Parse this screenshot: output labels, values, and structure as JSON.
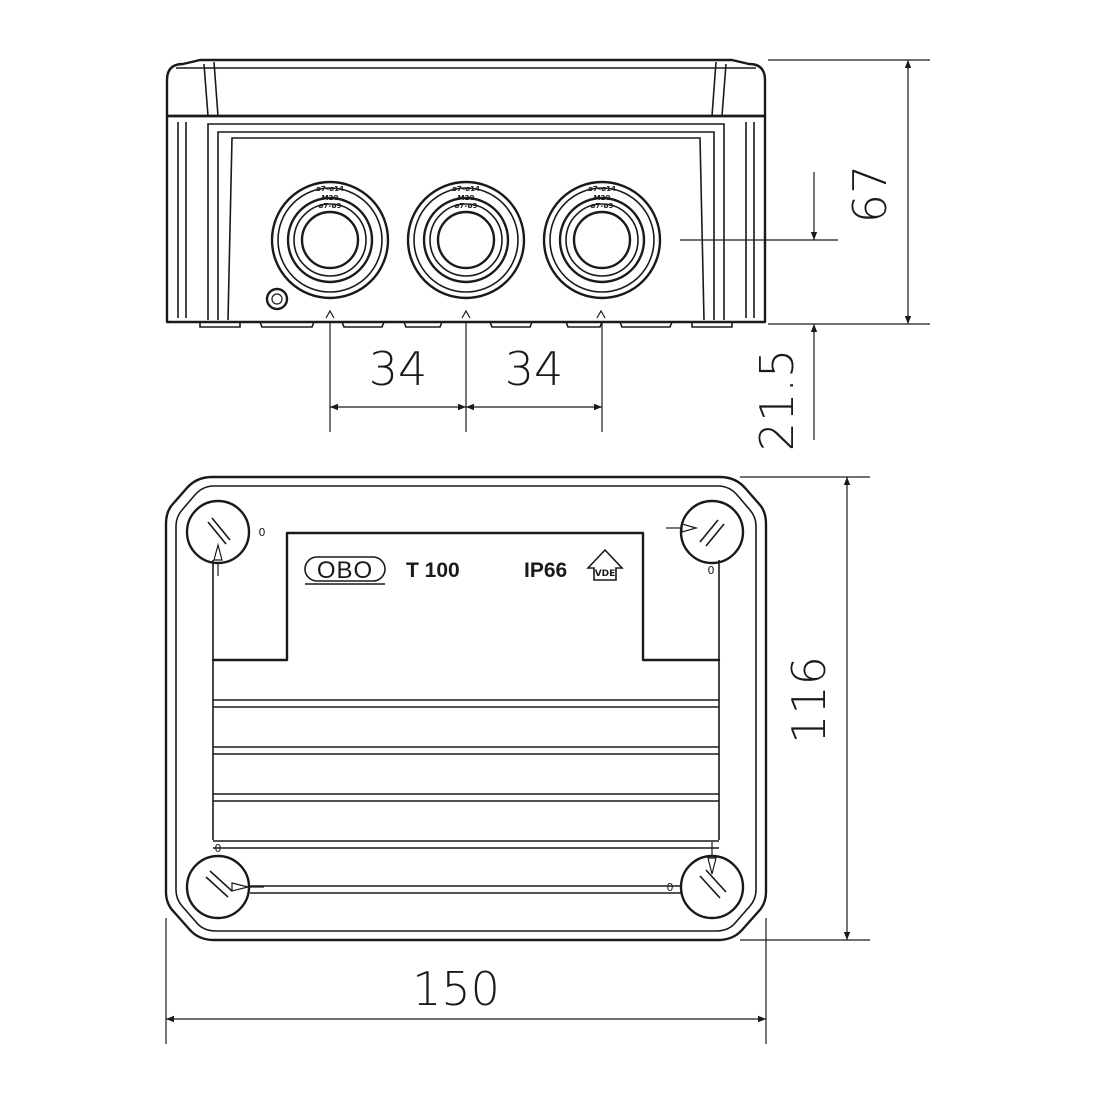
{
  "dimensions": {
    "height_front": "67",
    "spacing_left": "34",
    "spacing_right": "34",
    "offset_bottom": "21.5",
    "depth_top": "116",
    "width_total": "150"
  },
  "lid": {
    "brand": "OBO",
    "model": "T 100",
    "rating": "IP66",
    "cert_mark": "VDE"
  },
  "glands": {
    "ring_text_1": "ø7–ø14",
    "ring_text_2": "M20",
    "ring_text_3": "ø7–ø9"
  },
  "lid_markers": {
    "zero": "0"
  }
}
